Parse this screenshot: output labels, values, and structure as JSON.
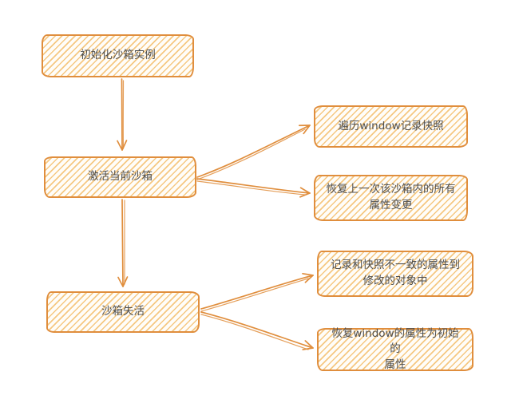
{
  "diagram": {
    "title": "sandbox-lifecycle-flowchart",
    "colors": {
      "stroke": "#e08e3d",
      "hatch": "#f5c882",
      "text": "#4f4f4f",
      "bg": "#ffffff"
    },
    "nodes": [
      {
        "id": "init",
        "label": "初始化沙箱实例"
      },
      {
        "id": "activate",
        "label": "激活当前沙箱"
      },
      {
        "id": "deactivate",
        "label": "沙箱失活"
      },
      {
        "id": "snapshot",
        "label": "遍历window记录快照"
      },
      {
        "id": "restore-changes",
        "label": "恢复上一次该沙箱内的所有\n属性变更"
      },
      {
        "id": "record-diff",
        "label": "记录和快照不一致的属性到\n修改的对象中"
      },
      {
        "id": "restore-window",
        "label": "恢复window的属性为初始的\n属性"
      }
    ],
    "edges": [
      {
        "from": "init",
        "to": "activate"
      },
      {
        "from": "activate",
        "to": "deactivate"
      },
      {
        "from": "activate",
        "to": "snapshot"
      },
      {
        "from": "activate",
        "to": "restore-changes"
      },
      {
        "from": "deactivate",
        "to": "record-diff"
      },
      {
        "from": "deactivate",
        "to": "restore-window"
      }
    ]
  }
}
